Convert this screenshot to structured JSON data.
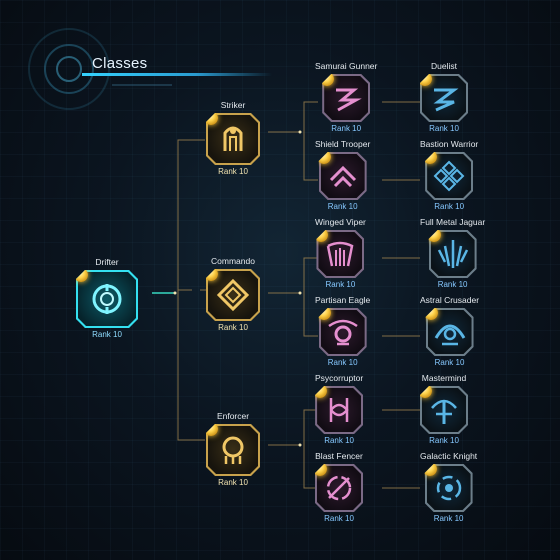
{
  "screen": {
    "title": "Classes"
  },
  "rank_text": "Rank  10",
  "drifter": {
    "name": "Drifter",
    "rank": "Rank  10",
    "icon": "drifter-emblem-icon"
  },
  "tier1": [
    {
      "name": "Striker",
      "rank": "Rank  10",
      "icon": "striker-emblem-icon"
    },
    {
      "name": "Commando",
      "rank": "Rank  10",
      "icon": "commando-emblem-icon"
    },
    {
      "name": "Enforcer",
      "rank": "Rank  10",
      "icon": "enforcer-emblem-icon"
    }
  ],
  "tier2": [
    {
      "name": "Samurai Gunner",
      "rank": "Rank  10",
      "icon": "samurai-gunner-emblem-icon"
    },
    {
      "name": "Shield Trooper",
      "rank": "Rank  10",
      "icon": "shield-trooper-emblem-icon"
    },
    {
      "name": "Winged Viper",
      "rank": "Rank  10",
      "icon": "winged-viper-emblem-icon"
    },
    {
      "name": "Partisan Eagle",
      "rank": "Rank  10",
      "icon": "partisan-eagle-emblem-icon"
    },
    {
      "name": "Psycorruptor",
      "rank": "Rank  10",
      "icon": "psycorruptor-emblem-icon"
    },
    {
      "name": "Blast Fencer",
      "rank": "Rank  10",
      "icon": "blast-fencer-emblem-icon"
    }
  ],
  "tier3": [
    {
      "name": "Duelist",
      "rank": "Rank  10",
      "icon": "duelist-emblem-icon"
    },
    {
      "name": "Bastion Warrior",
      "rank": "Rank  10",
      "icon": "bastion-warrior-emblem-icon"
    },
    {
      "name": "Full Metal Jaguar",
      "rank": "Rank  10",
      "icon": "full-metal-jaguar-emblem-icon"
    },
    {
      "name": "Astral Crusader",
      "rank": "Rank  10",
      "icon": "astral-crusader-emblem-icon"
    },
    {
      "name": "Mastermind",
      "rank": "Rank  10",
      "icon": "mastermind-emblem-icon"
    },
    {
      "name": "Galactic Knight",
      "rank": "Rank  10",
      "icon": "galactic-knight-emblem-icon"
    }
  ],
  "colors": {
    "gold": "#c8a24c",
    "pink": "#d07ab8",
    "blue": "#5ab6e6",
    "cyan": "#34e0f0",
    "connector": "#a88a52"
  }
}
